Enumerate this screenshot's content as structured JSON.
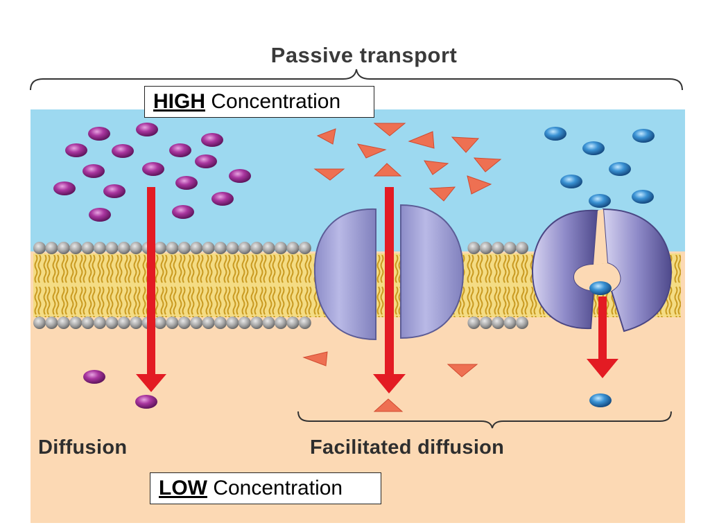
{
  "title": "Passive transport",
  "high_box": {
    "strong": "HIGH",
    "rest": "Concentration"
  },
  "low_box": {
    "strong": "LOW",
    "rest": "Concentration"
  },
  "captions": {
    "diffusion": "Diffusion",
    "facilitated": "Facilitated diffusion"
  },
  "colors": {
    "extracellular": "#9dd9f0",
    "cytoplasm": "#fcd9b4",
    "phospholipid_head": "#a8a8a8",
    "lipid_tail": "#e8c04c",
    "arrow": "#e31b23",
    "purple_molecule": "#8e2a8e",
    "triangle_molecule": "#ee7052",
    "blue_molecule": "#2f86c9",
    "protein": "#a8a8dc"
  },
  "icons": [
    "purple-molecule-icon",
    "triangle-molecule-icon",
    "blue-molecule-icon",
    "channel-protein-icon",
    "carrier-protein-icon"
  ]
}
